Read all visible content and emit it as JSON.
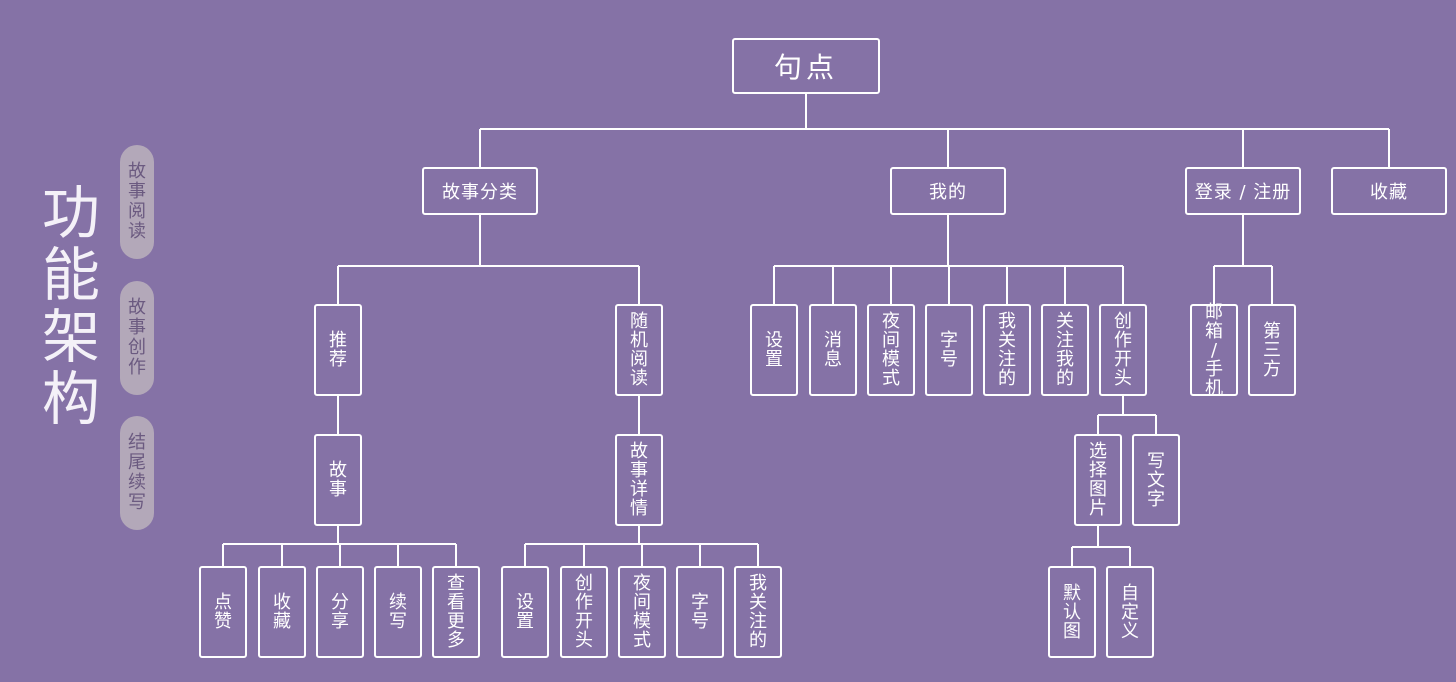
{
  "title": "功能架构",
  "sections": [
    "故事阅读",
    "故事创作",
    "结尾续写"
  ],
  "tree": {
    "label": "句点",
    "children": [
      {
        "label": "故事分类",
        "children": [
          {
            "label": "推荐",
            "children": [
              {
                "label": "故事",
                "children": [
                  {
                    "label": "点赞"
                  },
                  {
                    "label": "收藏"
                  },
                  {
                    "label": "分享"
                  },
                  {
                    "label": "续写"
                  },
                  {
                    "label": "查看更多"
                  }
                ]
              }
            ]
          },
          {
            "label": "随机阅读",
            "children": [
              {
                "label": "故事详情",
                "children": [
                  {
                    "label": "设置"
                  },
                  {
                    "label": "创作开头"
                  },
                  {
                    "label": "夜间模式"
                  },
                  {
                    "label": "字号"
                  },
                  {
                    "label": "我关注的"
                  }
                ]
              }
            ]
          }
        ]
      },
      {
        "label": "我的",
        "children": [
          {
            "label": "设置"
          },
          {
            "label": "消息"
          },
          {
            "label": "夜间模式"
          },
          {
            "label": "字号"
          },
          {
            "label": "我关注的"
          },
          {
            "label": "关注我的"
          },
          {
            "label": "创作开头",
            "children": [
              {
                "label": "选择图片",
                "children": [
                  {
                    "label": "默认图"
                  },
                  {
                    "label": "自定义"
                  }
                ]
              },
              {
                "label": "写文字"
              }
            ]
          }
        ]
      },
      {
        "label": "登录 / 注册",
        "children": [
          {
            "label": "邮箱/手机"
          },
          {
            "label": "第三方"
          }
        ]
      },
      {
        "label": "收藏"
      }
    ]
  },
  "colors": {
    "background": "#8572a6",
    "line": "#ffffff",
    "pill": "#b3a8b9",
    "pill_text": "#6b5a80"
  }
}
